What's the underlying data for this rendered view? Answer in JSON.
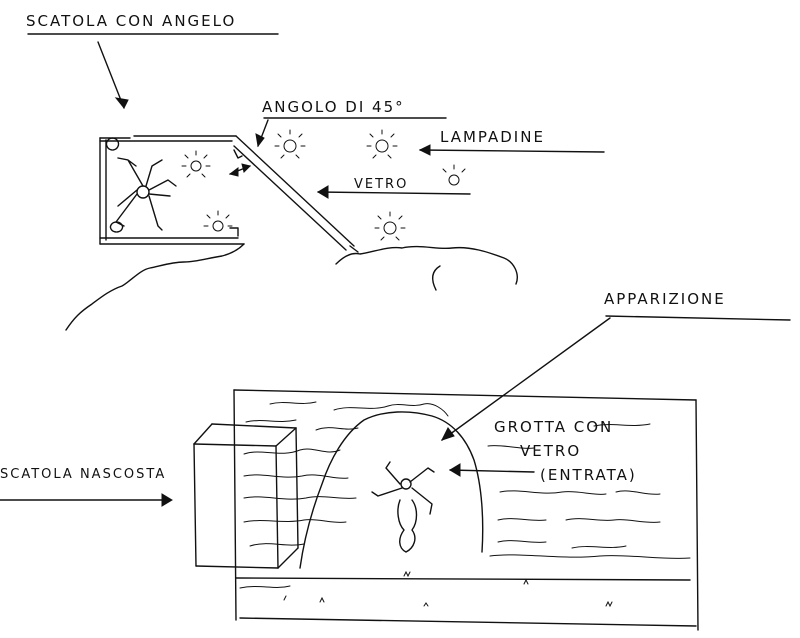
{
  "labels": {
    "box_with_angel": "SCATOLA CON ANGELO",
    "angle_45": "ANGOLO DI 45°",
    "lamps": "LAMPADINE",
    "glass": "VETRO",
    "apparition": "APPARIZIONE",
    "grotto_line1": "GROTTA CON",
    "grotto_line2": "VETRO",
    "grotto_line3": "(ENTRATA)",
    "hidden_box": "SCATOLA NASCOSTA"
  }
}
